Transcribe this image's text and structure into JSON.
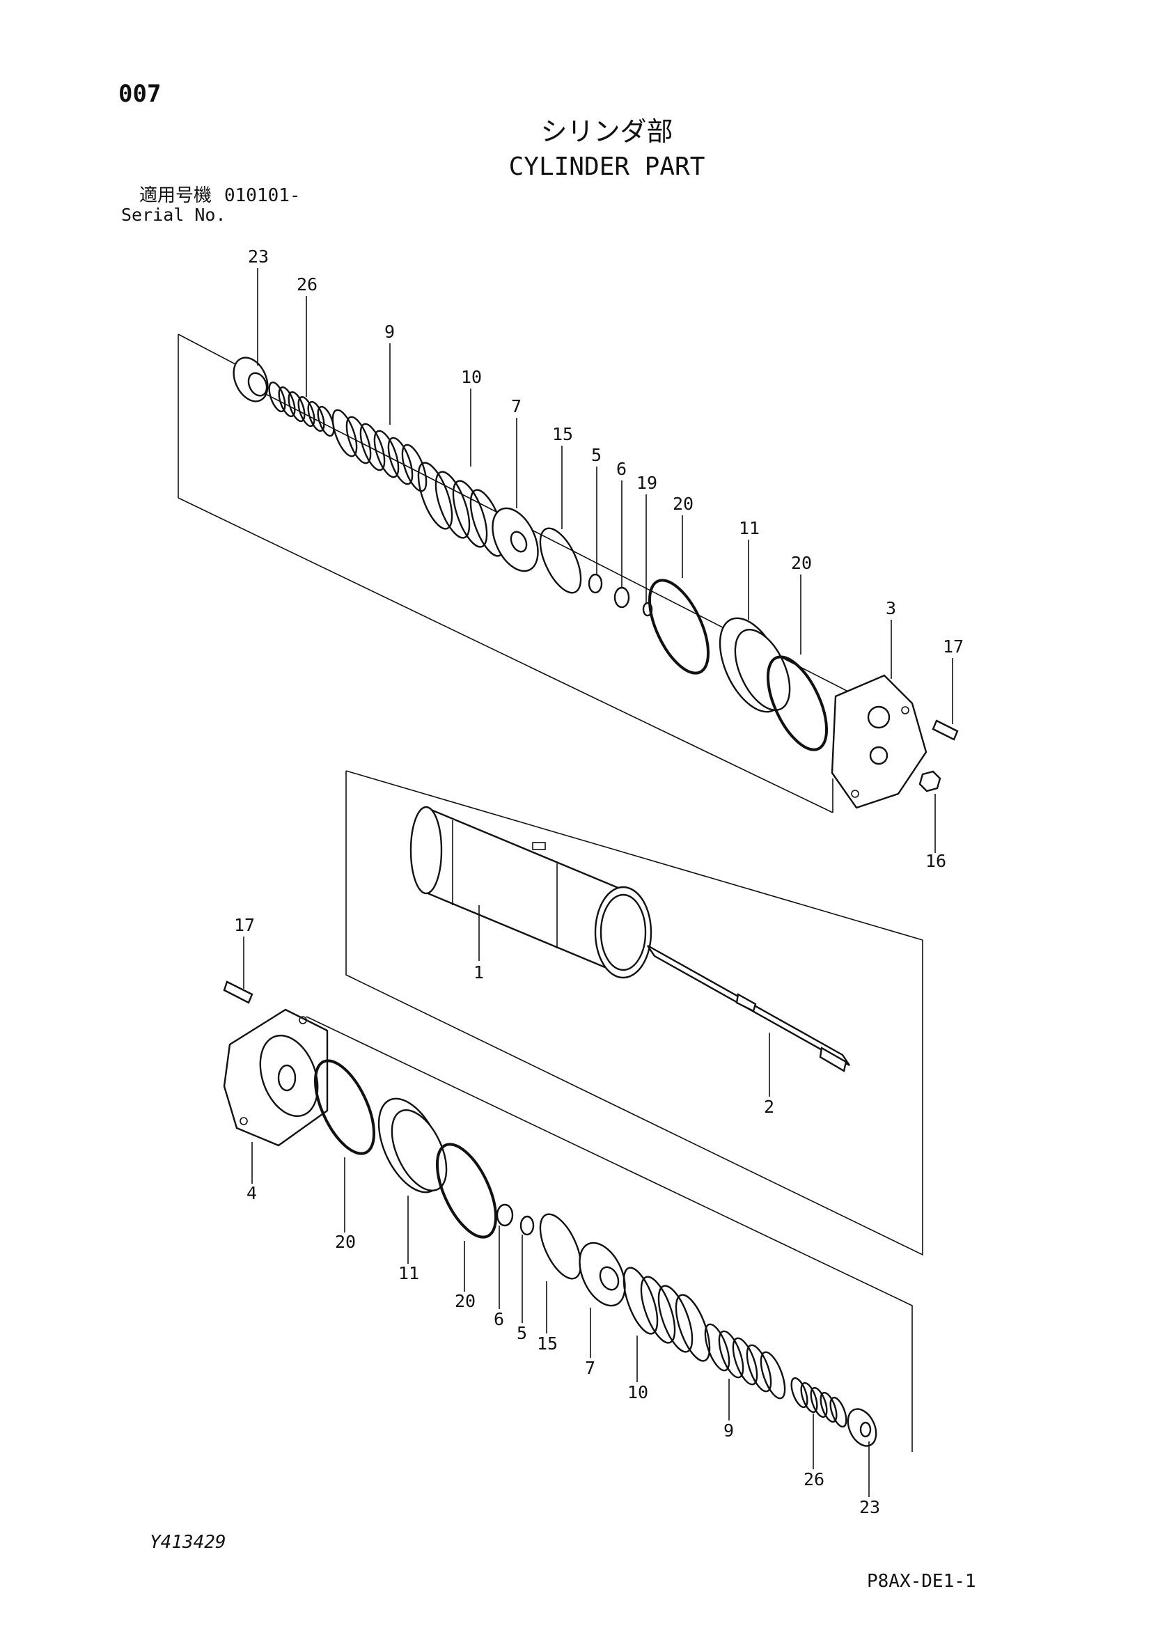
{
  "header": {
    "page_number": "007",
    "title_jp": "シリンダ部",
    "title_en": "CYLINDER PART",
    "serial_label_jp": "適用号機",
    "serial_value": "010101-",
    "serial_label_en": "Serial No."
  },
  "footer": {
    "drawing_number": "Y413429",
    "sheet_code": "P8AX-DE1-1"
  },
  "callouts": {
    "top_23": "23",
    "top_26": "26",
    "top_9": "9",
    "top_10": "10",
    "top_7": "7",
    "top_15": "15",
    "top_5": "5",
    "top_6": "6",
    "top_19": "19",
    "top_20a": "20",
    "top_11": "11",
    "top_20b": "20",
    "top_3": "3",
    "top_17": "17",
    "top_16": "16",
    "mid_1": "1",
    "mid_2": "2",
    "bot_17": "17",
    "bot_4": "4",
    "bot_20a": "20",
    "bot_11": "11",
    "bot_20b": "20",
    "bot_6": "6",
    "bot_5": "5",
    "bot_15": "15",
    "bot_7": "7",
    "bot_10": "10",
    "bot_9": "9",
    "bot_26": "26",
    "bot_23": "23"
  }
}
